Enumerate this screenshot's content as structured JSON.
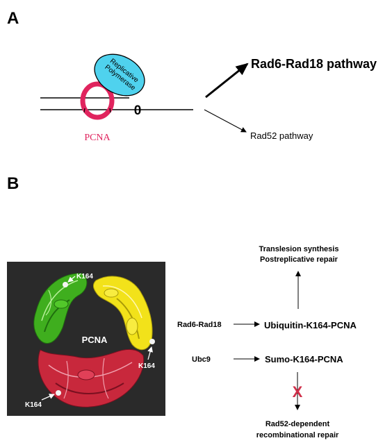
{
  "panel_a": {
    "label": "A",
    "polymerase_line1": "Replicative",
    "polymerase_line2": "Polymerase",
    "pcna_label": "PCNA",
    "lesion_mark": "0",
    "major_pathway": "Rad6-Rad18 pathway",
    "minor_pathway": "Rad52 pathway"
  },
  "panel_b": {
    "label": "B",
    "structure": {
      "center_label": "PCNA",
      "k164_labels": [
        "K164",
        "K164",
        "K164"
      ],
      "colors": {
        "background": "#2a2a2a",
        "subunit_1": "#3fae1e",
        "subunit_2": "#f2e21a",
        "subunit_3": "#c8283c"
      }
    },
    "enzymes": {
      "rad6_rad18": "Rad6-Rad18",
      "ubc9": "Ubc9"
    },
    "products": {
      "ubiquitin": "Ubiquitin-K164-PCNA",
      "sumo": "Sumo-K164-PCNA"
    },
    "outcomes": {
      "ubiquitin_line1": "Translesion synthesis",
      "ubiquitin_line2": "Postreplicative repair",
      "block_mark": "X",
      "sumo_line1": "Rad52-dependent",
      "sumo_line2": "recombinational repair"
    }
  },
  "colors": {
    "pcna_ring": "#e0245e",
    "polymerase_fill": "#4fd2ee",
    "block_x": "#d0304a"
  }
}
